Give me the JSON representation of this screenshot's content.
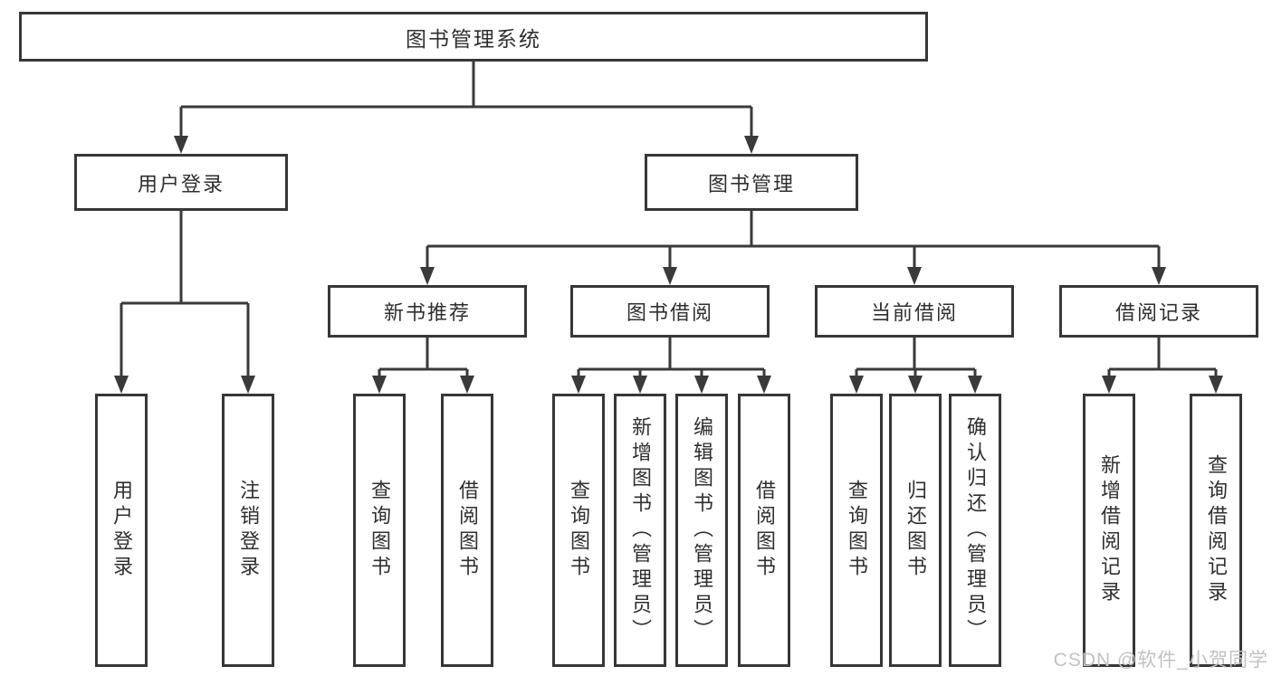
{
  "tree": {
    "root": "图书管理系统",
    "children": [
      {
        "label": "用户登录",
        "children": [
          {
            "label": "用户登录"
          },
          {
            "label": "注销登录"
          }
        ]
      },
      {
        "label": "图书管理",
        "children": [
          {
            "label": "新书推荐",
            "children": [
              {
                "label": "查询图书"
              },
              {
                "label": "借阅图书"
              }
            ]
          },
          {
            "label": "图书借阅",
            "children": [
              {
                "label": "查询图书"
              },
              {
                "label": "新增图书（管理员）"
              },
              {
                "label": "编辑图书（管理员）"
              },
              {
                "label": "借阅图书"
              }
            ]
          },
          {
            "label": "当前借阅",
            "children": [
              {
                "label": "查询图书"
              },
              {
                "label": "归还图书"
              },
              {
                "label": "确认归还（管理员）"
              }
            ]
          },
          {
            "label": "借阅记录",
            "children": [
              {
                "label": "新增借阅记录"
              },
              {
                "label": "查询借阅记录"
              }
            ]
          }
        ]
      }
    ]
  },
  "watermark": {
    "text": "CSDN @软件_小贺同学"
  },
  "colors": {
    "line": "#3a3a3a",
    "box_border": "#373737",
    "text": "#2f2f2f",
    "watermark": "#c2c2c2"
  }
}
